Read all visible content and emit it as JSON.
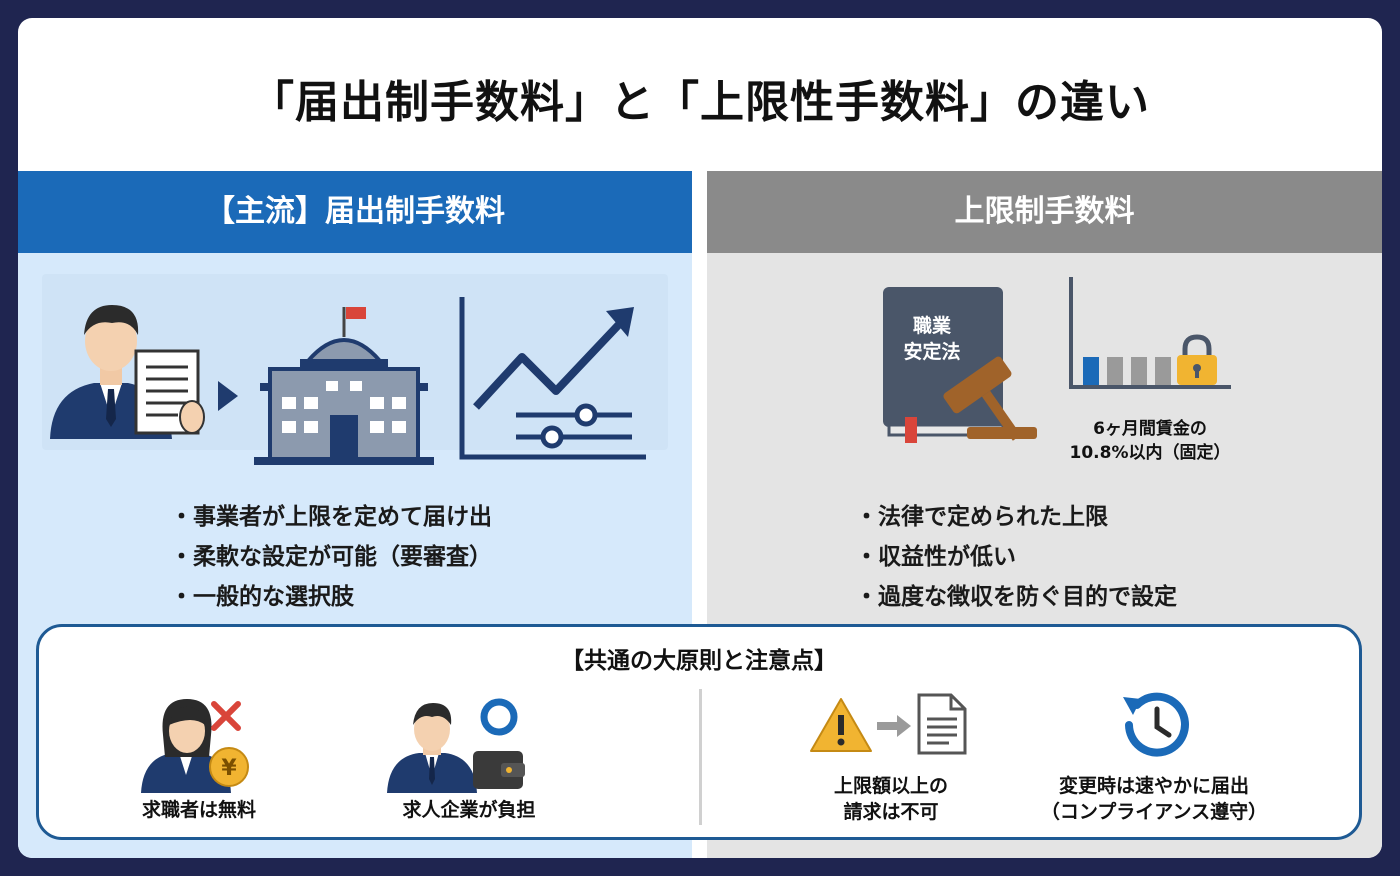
{
  "title": "「届出制手数料」と「上限性手数料」の違い",
  "left": {
    "header": "【主流】届出制手数料",
    "bullets": [
      "事業者が上限を定めて届け出",
      "柔軟な設定が可能（要審査）",
      "一般的な選択肢"
    ]
  },
  "right": {
    "header": "上限制手数料",
    "book_text_1": "職業",
    "book_text_2": "安定法",
    "chart_caption_1": "6ヶ月間賃金の",
    "chart_caption_2": "10.8%以内（固定）",
    "bullets": [
      "法律で定められた上限",
      "収益性が低い",
      "過度な徴収を防ぐ目的で設定"
    ]
  },
  "common": {
    "title": "【共通の大原則と注意点】",
    "items": [
      {
        "label": "求職者は無料"
      },
      {
        "label": "求人企業が負担"
      },
      {
        "label_1": "上限額以上の",
        "label_2": "請求は不可"
      },
      {
        "label_1": "変更時は速やかに届出",
        "label_2": "（コンプライアンス遵守）"
      }
    ]
  },
  "colors": {
    "left_header": "#1b6ab8",
    "right_header": "#8a8a8a",
    "navy": "#1f3b6e",
    "background": "#1f2550"
  }
}
